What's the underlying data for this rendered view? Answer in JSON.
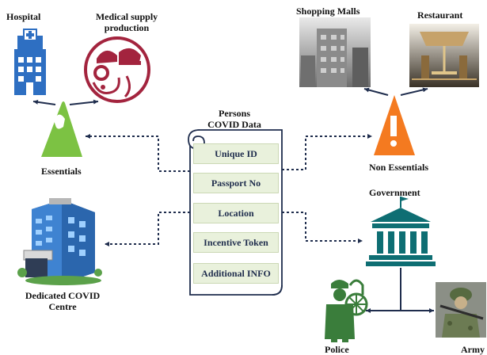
{
  "labels": {
    "hospital": "Hospital",
    "medical_supply": "Medical supply production",
    "essentials": "Essentials",
    "dedicated_covid_centre": "Dedicated COVID Centre",
    "persons_covid_data": "Persons COVID Data",
    "shopping_malls": "Shopping Malls",
    "restaurant": "Restaurant",
    "non_essentials": "Non Essentials",
    "government": "Government",
    "police": "Police",
    "army": "Army"
  },
  "record_fields": [
    "Unique ID",
    "Passport No",
    "Location",
    "Incentive Token",
    "Additional INFO"
  ],
  "colors": {
    "scroll_bg": "#e9f1dc",
    "scroll_border": "#1f2d4d",
    "essentials_green": "#7cc243",
    "non_essentials_orange": "#f47a20",
    "hospital_blue": "#2e6fc2",
    "medical_red": "#a3243e",
    "government_teal": "#0e6e73",
    "police_green": "#3a7d3b",
    "connector": "#1f2d4d"
  },
  "icons": [
    "hospital-icon",
    "medical-supply-icon",
    "essentials-icon",
    "covid-centre-icon",
    "mall-icon",
    "restaurant-icon",
    "non-essentials-icon",
    "government-icon",
    "police-icon",
    "army-icon"
  ]
}
